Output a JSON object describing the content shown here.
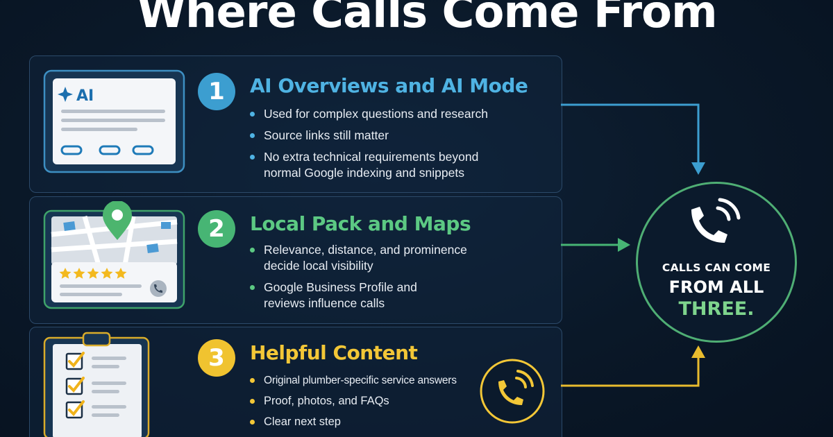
{
  "title": "Where Calls Come From",
  "sections": [
    {
      "number": "1",
      "title": "AI Overviews and AI Mode",
      "accent": "#4fb3e3",
      "bullets": [
        "Used for complex questions and research",
        "Source links still matter",
        "No extra technical requirements beyond\nnormal Google indexing and snippets"
      ],
      "illustration": {
        "icon": "ai-sparkle-icon",
        "label": "AI"
      }
    },
    {
      "number": "2",
      "title": "Local Pack and Maps",
      "accent": "#5cc983",
      "bullets": [
        "Relevance, distance, and prominence\ndecide local visibility",
        "Google Business Profile and\nreviews influence calls"
      ],
      "illustration": {
        "icon": "map-pin-icon",
        "rating_stars": 5
      }
    },
    {
      "number": "3",
      "title": "Helpful Content",
      "accent": "#f3c737",
      "bullets": [
        "Original plumber-specific service answers",
        "Proof, photos, and FAQs",
        "Clear next step"
      ],
      "illustration": {
        "icon": "checklist-icon",
        "checked_items": 3
      }
    }
  ],
  "calls": {
    "line1": "CALLS CAN COME",
    "line2": "FROM ALL",
    "line3": "THREE.",
    "icon": "phone-icon",
    "accent": "#7ed48d"
  },
  "colors": {
    "background": "#0a1828",
    "blue": "#4fb3e3",
    "green": "#5cc983",
    "yellow": "#f3c737"
  }
}
